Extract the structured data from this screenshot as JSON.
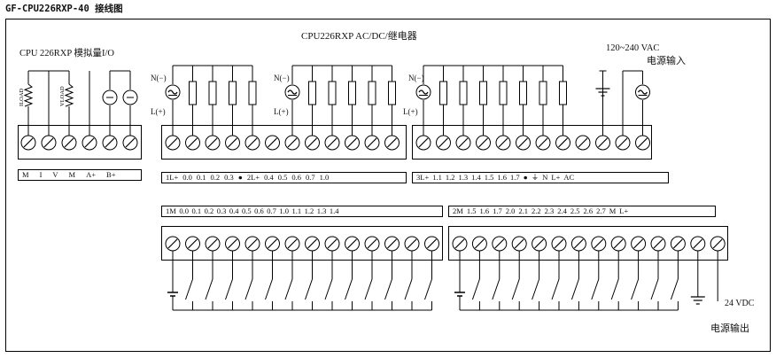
{
  "title": "GF-CPU226RXP-40 接线图",
  "header": "CPU226RXP  AC/DC/继电器",
  "analog": {
    "heading": "CPU 226RXP  模拟量I/O",
    "iload": "ILOAD",
    "vload": "VLOAD",
    "terminals": [
      "M",
      "I",
      "V",
      "M",
      "A+",
      "B+"
    ]
  },
  "top_labels": {
    "n_minus": "N(−)",
    "l_plus": "L(+)"
  },
  "power_input": {
    "voltage": "120~240 VAC",
    "label": "电源输入"
  },
  "output_group1": [
    "1L+",
    "0.0",
    "0.1",
    "0.2",
    "0.3",
    "●",
    "2L+",
    "0.4",
    "0.5",
    "0.6",
    "0.7",
    "1.0"
  ],
  "output_group2": [
    "3L+",
    "1.1",
    "1.2",
    "1.3",
    "1.4",
    "1.5",
    "1.6",
    "1.7",
    "●",
    "⏚",
    "N",
    "L+",
    "AC"
  ],
  "input_group1": [
    "1M",
    "0.0",
    "0.1",
    "0.2",
    "0.3",
    "0.4",
    "0.5",
    "0.6",
    "0.7",
    "1.0",
    "1.1",
    "1.2",
    "1.3",
    "1.4"
  ],
  "input_group2": [
    "2M",
    "1.5",
    "1.6",
    "1.7",
    "2.0",
    "2.1",
    "2.2",
    "2.3",
    "2.4",
    "2.5",
    "2.6",
    "2.7",
    "M",
    "L+"
  ],
  "power_output": {
    "voltage": "24 VDC",
    "label": "电源输出"
  },
  "icons": {
    "screw": "screw-terminal-icon",
    "ac_source": "ac-source-icon",
    "dc_source": "dc-source-icon",
    "load": "load-resistor-icon",
    "switch": "switch-icon",
    "battery": "battery-icon",
    "ground": "ground-icon"
  }
}
